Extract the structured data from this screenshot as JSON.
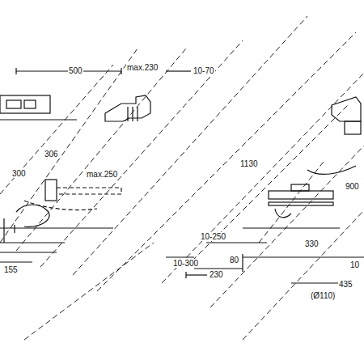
{
  "diagram": {
    "labels": [
      "500",
      "max.230",
      "10-70",
      "306",
      "300",
      "max.250",
      "155",
      "1130",
      "900",
      "10-250",
      "330",
      "10-300",
      "80",
      "230",
      "10",
      "435",
      "(Ø110)"
    ]
  }
}
